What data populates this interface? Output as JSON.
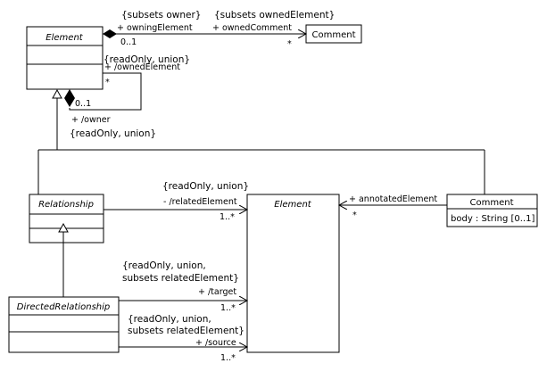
{
  "classes": {
    "element_top": {
      "name": "Element"
    },
    "comment_top": {
      "name": "Comment"
    },
    "relationship": {
      "name": "Relationship"
    },
    "element_mid": {
      "name": "Element"
    },
    "comment_right": {
      "name": "Comment",
      "attribute": "body : String [0..1]"
    },
    "directed_relationship": {
      "name": "DirectedRelationship"
    }
  },
  "associations": {
    "owned_comment": {
      "constraint_left": "{subsets owner}",
      "constraint_right": "{subsets ownedElement}",
      "end_left_role": "+ owningElement",
      "end_left_mult": "0..1",
      "end_right_role": "+ ownedComment",
      "end_right_mult": "*"
    },
    "ownership": {
      "constraint_owned": "{readOnly, union}",
      "owned_role": "+ /ownedElement",
      "owned_mult": "*",
      "owner_mult": "0..1",
      "owner_role": "+ /owner",
      "constraint_owner": "{readOnly, union}"
    },
    "related_element": {
      "constraint": "{readOnly, union}",
      "role": "- /relatedElement",
      "mult": "1..*"
    },
    "annotated_element": {
      "role": "+ annotatedElement",
      "mult": "*"
    },
    "target": {
      "constraint_line1": "{readOnly, union,",
      "constraint_line2": "subsets relatedElement}",
      "role": "+ /target",
      "mult": "1..*"
    },
    "source": {
      "constraint_line1": "{readOnly, union,",
      "constraint_line2": "subsets relatedElement}",
      "role": "+ /source",
      "mult": "1..*"
    }
  }
}
